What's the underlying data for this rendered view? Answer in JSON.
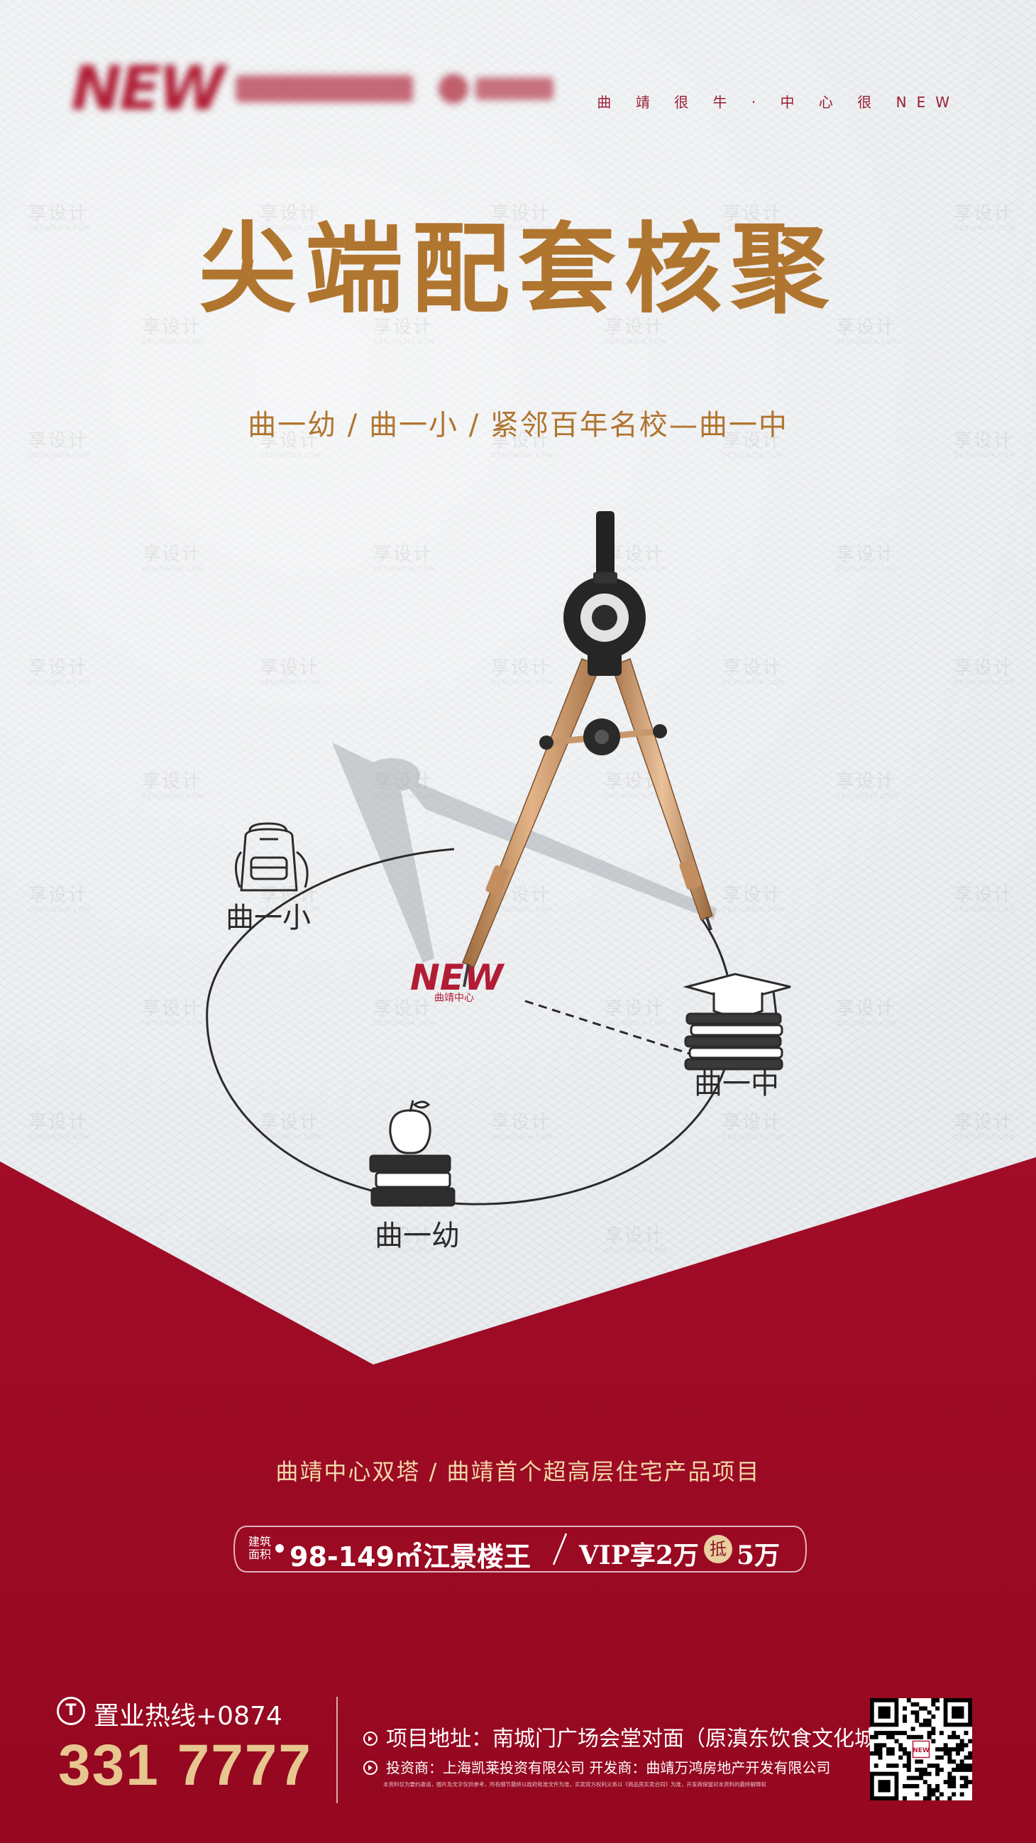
{
  "header": {
    "logo_text": "NEW",
    "slogan": "曲 靖 很 牛 · 中 心 很 NEW"
  },
  "headline": {
    "title": "尖端配套核聚",
    "schools": "曲一幼 / 曲一小 / 紧邻百年名校—曲一中"
  },
  "illustration": {
    "compass_logo_text": "NEW",
    "compass_logo_sub": "曲靖中心",
    "labels": {
      "primary": "曲一小",
      "middle": "曲一中",
      "kindergarten": "曲一幼"
    },
    "icons": [
      "backpack-icon",
      "graduation-books-icon",
      "apple-books-icon",
      "drawing-compass-icon"
    ]
  },
  "promo": {
    "tagline": "曲靖中心双塔 / 曲靖首个超高层住宅产品项目",
    "area_label_top": "建筑",
    "area_label_bottom": "面积",
    "area_value": "98-149㎡",
    "area_title": "江景楼王",
    "vip_prefix": "VIP享2万",
    "vip_badge": "抵",
    "vip_suffix": "5万"
  },
  "footer": {
    "hotline_icon": "T",
    "hotline_label": "置业热线+0874",
    "hotline_number": "331 7777",
    "address": "项目地址：南城门广场会堂对面（原滇东饮食文化城）",
    "investors": "投资商：上海凯莱投资有限公司  开发商：曲靖万鸿房地产开发有限公司",
    "disclaimer": "本资料仅为要约邀请，图片及文字仅供参考，所有细节最终以政府批准文件为准，买卖双方权利义务以《商品房买卖合同》为准，开发商保留对本资料的最终解释权"
  },
  "watermark": {
    "text": "享设计",
    "sub": "DESIGNDIA.COM"
  },
  "colors": {
    "brand_red": "#9e0a24",
    "gold": "#b0752f",
    "light_gold": "#e7c690"
  }
}
